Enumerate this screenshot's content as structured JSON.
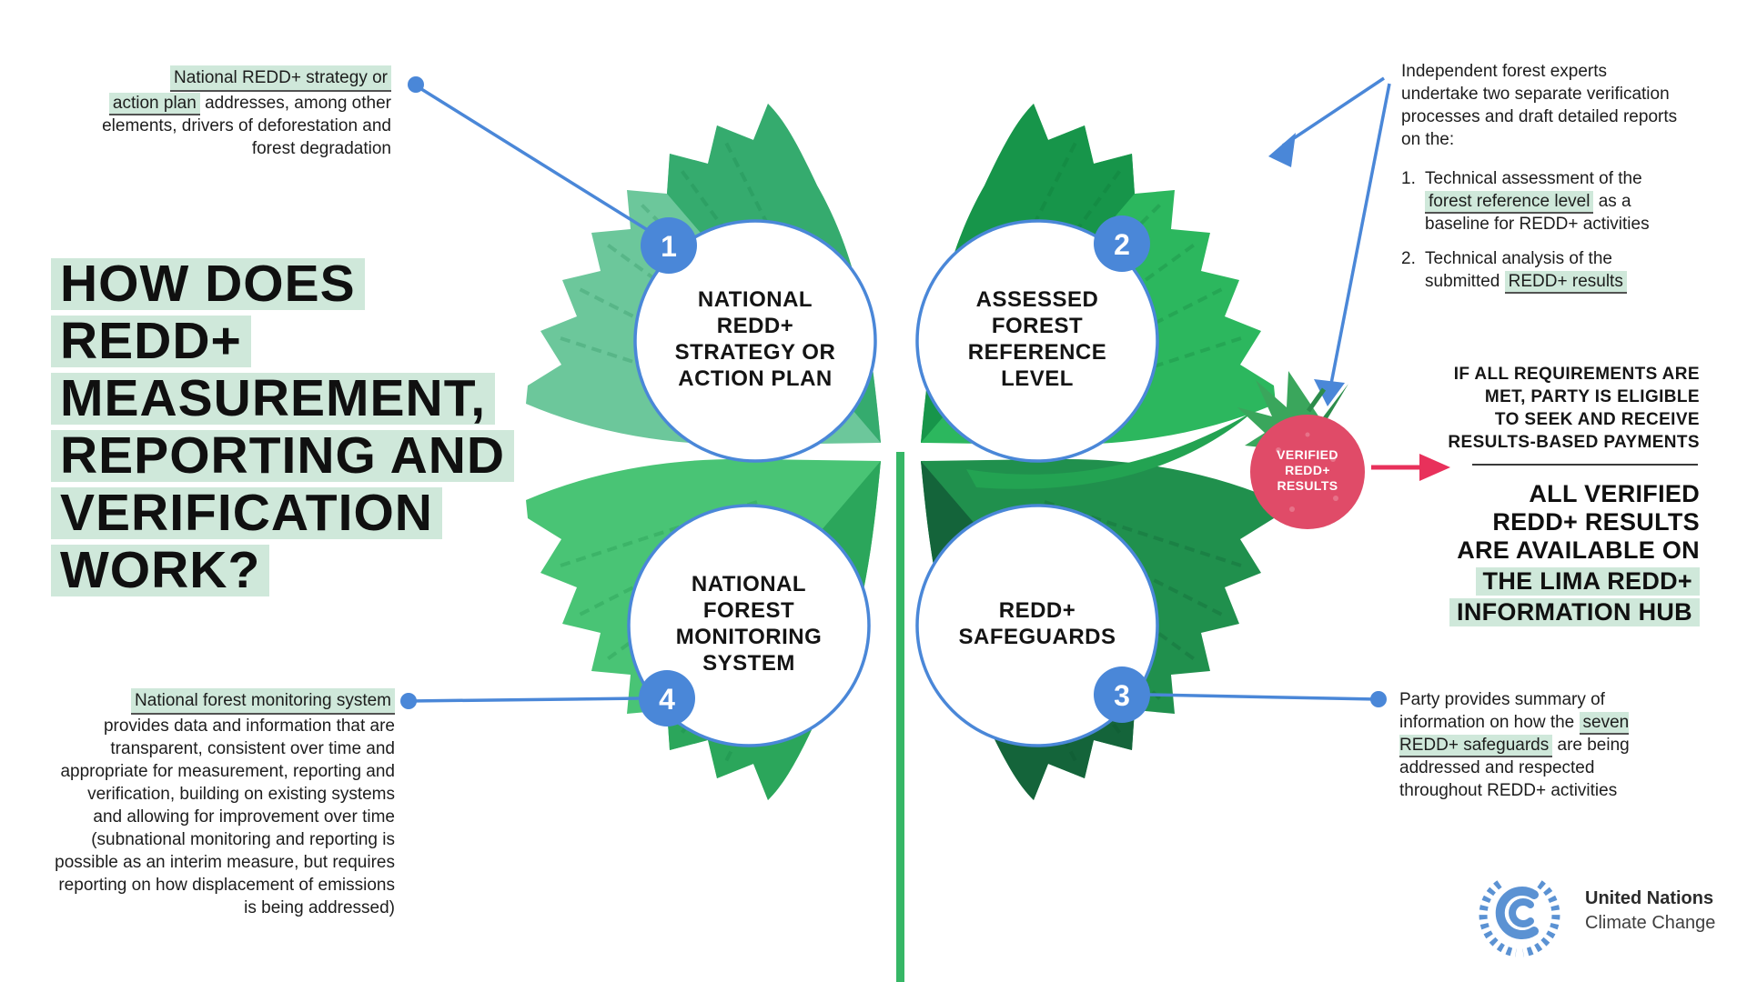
{
  "title": {
    "line1": "HOW DOES",
    "line2": "REDD+",
    "line3": "MEASUREMENT,",
    "line4": "REPORTING AND",
    "line5": "VERIFICATION",
    "line6": "WORK?"
  },
  "annotations": {
    "strategy": {
      "hl1": "National REDD+ strategy or",
      "hl2": "action plan",
      "rest": " addresses, among other elements, drivers of deforestation and forest degradation"
    },
    "monitoring": {
      "hl": "National forest monitoring system",
      "rest": "provides data and information that are transparent, consistent over time and appropriate for measurement, reporting and verification, building on existing systems and allowing for improvement over time (subnational monitoring and reporting is possible as an interim measure, but requires reporting on how displacement of emissions is being addressed)"
    },
    "verification": {
      "intro": "Independent forest experts undertake two separate verification processes and draft detailed reports on the:",
      "item1_num": "1.",
      "item1_pre": "Technical assessment of the ",
      "item1_hl": "forest reference level",
      "item1_post": " as a baseline for REDD+ activities",
      "item2_num": "2.",
      "item2_pre": "Technical analysis of the submitted ",
      "item2_hl": "REDD+ results"
    },
    "safeguards": {
      "pre": "Party provides summary of information on how the ",
      "hl": "seven REDD+ safeguards",
      "post": " are being addressed and respected throughout REDD+ activities"
    },
    "payments": {
      "text": "IF ALL REQUIREMENTS ARE\nMET, PARTY IS ELIGIBLE\nTO SEEK AND RECEIVE\nRESULTS-BASED PAYMENTS"
    },
    "hub": {
      "plain": "ALL VERIFIED\nREDD+ RESULTS\nARE AVAILABLE ON",
      "hl1": "THE LIMA REDD+",
      "hl2": "INFORMATION HUB"
    }
  },
  "clover": {
    "circle1": {
      "number": "1",
      "label": "NATIONAL\nREDD+\nSTRATEGY OR\nACTION PLAN"
    },
    "circle2": {
      "number": "2",
      "label": "ASSESSED\nFOREST\nREFERENCE\nLEVEL"
    },
    "circle3": {
      "number": "3",
      "label": "REDD+\nSAFEGUARDS"
    },
    "circle4": {
      "number": "4",
      "label": "NATIONAL\nFOREST\nMONITORING\nSYSTEM"
    }
  },
  "berry": {
    "label": "VERIFIED\nREDD+\nRESULTS"
  },
  "footer": {
    "org": "United Nations",
    "dept": "Climate Change"
  },
  "colors": {
    "accent_blue": "#4a87d8",
    "accent_red": "#e8315b",
    "highlight": "#cfe8da",
    "leaf_top_left": "#6cc79b",
    "leaf_top_right": "#2cb75e",
    "leaf_bottom_left": "#49c475",
    "leaf_bottom_right": "#20904d",
    "berry": "#e04b68",
    "un_blue": "#5b92d3"
  }
}
